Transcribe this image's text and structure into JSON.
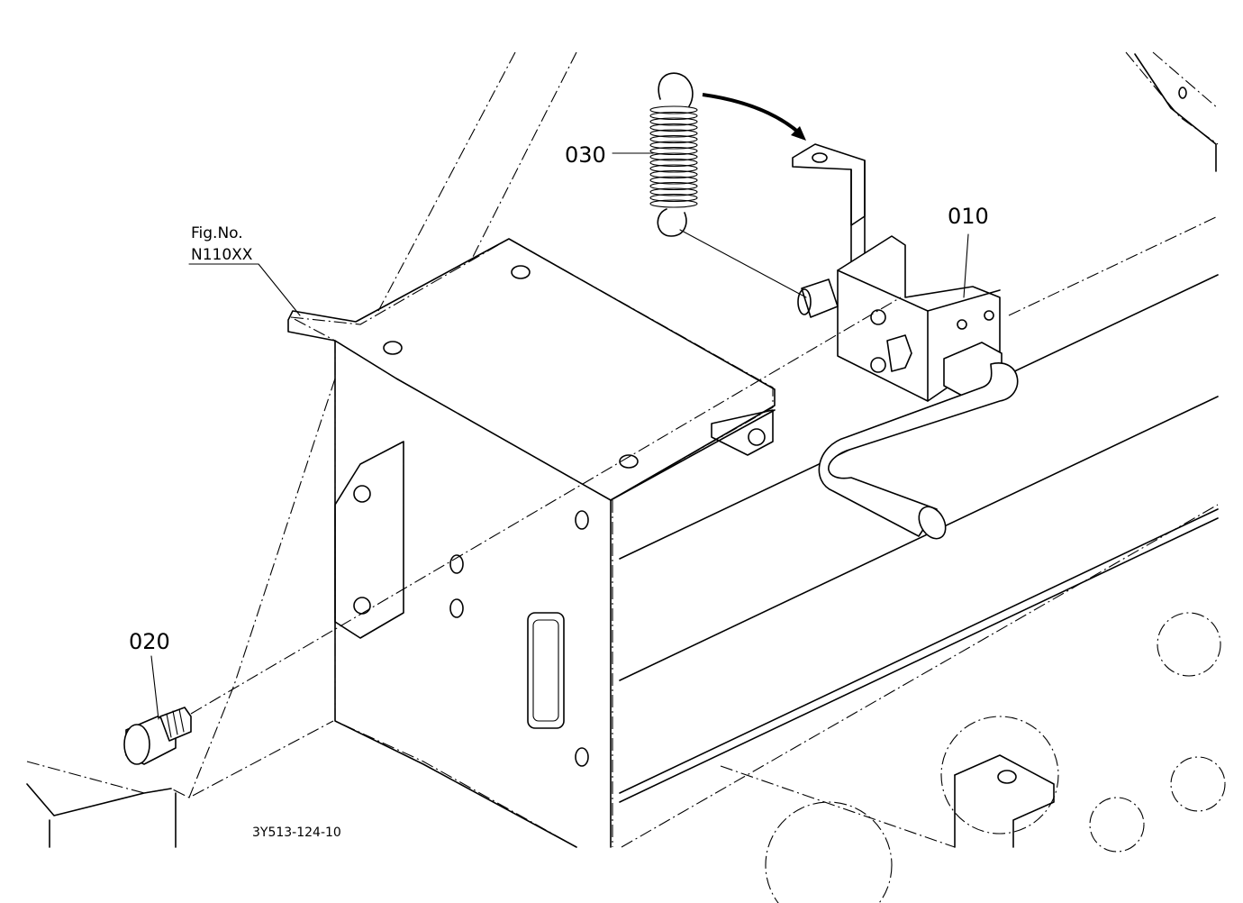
{
  "diagram": {
    "fig_caption": "Fig.No.",
    "fig_number": "N110XX",
    "drawing_code": "3Y513-124-10",
    "callouts": {
      "part_010": "010",
      "part_020": "020",
      "part_030": "030"
    },
    "parts": [
      {
        "id": "010",
        "kind": "bracket-and-crank"
      },
      {
        "id": "020",
        "kind": "flange-bolt"
      },
      {
        "id": "030",
        "kind": "tension-spring"
      }
    ]
  }
}
